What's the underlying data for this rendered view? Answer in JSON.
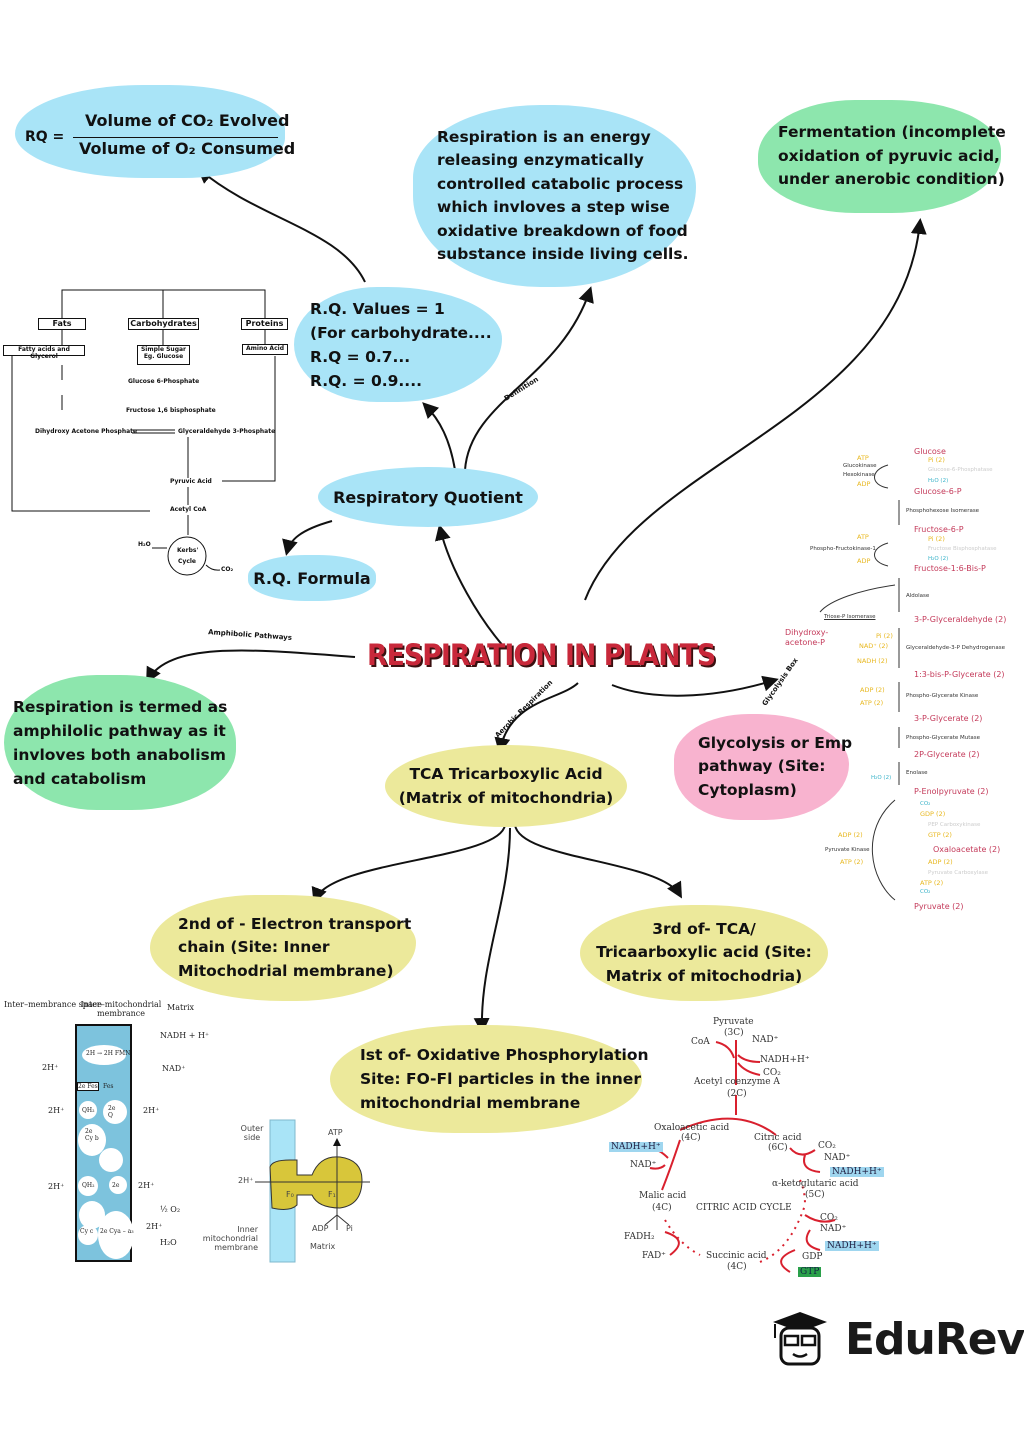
{
  "title": "RESPIRATION IN PLANTS",
  "rq_formula": {
    "lhs": "RQ =",
    "numerator": "Volume of CO₂ Evolved",
    "denominator": "Volume of O₂ Consumed"
  },
  "definition": {
    "lines": [
      "Respiration is an energy",
      "releasing enzymatically",
      "controlled catabolic process",
      "which invloves a step wise",
      "oxidative breakdown of food",
      "substance inside living cells."
    ],
    "label": "Definition"
  },
  "fermentation": {
    "lines": [
      "Fermentation (incomplete",
      "oxidation of pyruvic acid,",
      "under anerobic condition)"
    ]
  },
  "rq_values": {
    "lines": [
      "R.Q. Values = 1",
      "(For carbohydrate....",
      "R.Q = 0.7...",
      "R.Q. = 0.9...."
    ]
  },
  "respiratory_quotient": "Respiratory Quotient",
  "rq_formula_node": "R.Q. Formula",
  "amphibolic": {
    "label": "Amphibolic Pathways",
    "lines": [
      "Respiration is termed as",
      "amphilolic pathway as it",
      "invloves both anabolism",
      "and catabolism"
    ]
  },
  "tca": {
    "label": "Aerobic Respiration",
    "lines": [
      "TCA Tricarboxylic Acid",
      "(Matrix of mitochondria)"
    ]
  },
  "glycolysis": {
    "label": "Glycolysis Box",
    "lines": [
      "Glycolysis or Emp",
      "pathway (Site:",
      "Cytoplasm)"
    ]
  },
  "etc_node": {
    "lines": [
      "2nd of - Electron transport",
      "chain (Site: Inner",
      "Mitochodrial membrane)"
    ]
  },
  "tca3": {
    "lines": [
      "3rd of- TCA/",
      "Tricaarboxylic acid (Site:",
      "Matrix of mitochodria)"
    ]
  },
  "oxphos": {
    "lines": [
      "Ist of- Oxidative Phosphorylation",
      "Site: FO-Fl particles in the inner",
      "mitochondrial membrane"
    ]
  },
  "metabolism": {
    "fats": "Fats",
    "carbs": "Carbohydrates",
    "proteins": "Proteins",
    "fatty": "Fatty acids and Glycerol",
    "sugar1": "Simple Sugar",
    "sugar2": "Eg. Glucose",
    "amino": "Amino Acid",
    "g6p": "Glucose 6-Phosphate",
    "f16": "Fructose 1,6 bisphosphate",
    "dhap": "Dihydroxy Acetone Phosphate",
    "g3p": "Glyceraldehyde 3-Phosphate",
    "pyruvic": "Pyruvic Acid",
    "acetyl": "Acetyl CoA",
    "h2o": "H₂O",
    "kerbs1": "Kerbs'",
    "kerbs2": "Cycle",
    "co2": "CO₂"
  },
  "glyco_chart": {
    "metabolites": [
      "Glucose",
      "Glucose-6-P",
      "Fructose-6-P",
      "Fructose-1:6-Bis-P",
      "3-P-Glyceraldehyde (2)",
      "1:3-bis-P-Glycerate (2)",
      "3-P-Glycerate (2)",
      "2P-Glycerate (2)",
      "P-Enolpyruvate (2)",
      "Oxaloacetate (2)",
      "Pyruvate (2)",
      "Dihydroxy-",
      "acetone-P"
    ],
    "enzymes": [
      "Glucokinase",
      "Hexokinase",
      "Phosphohexose Isomerase",
      "Phospho-Fructokinase-1",
      "Aldolase",
      "Triose-P Isomerase",
      "Glyceraldehyde-3-P Dehydrogenase",
      "Phospho-Glycerate Kinase",
      "Phospho-Glycerate Mutase",
      "Enolase",
      "Pyruvate Kinase",
      "PEP Carboxykinase",
      "Pyruvate Carboxylase",
      "Glucose-6-Phosphatase",
      "Fructose Bisphosphatase"
    ],
    "cofactors": {
      "atp": "ATP",
      "adp": "ADP",
      "pi2": "Pi (2)",
      "h2o2": "H₂O (2)",
      "nad2": "NAD⁺ (2)",
      "nadh2": "NADH (2)",
      "adp2": "ADP (2)",
      "atp2": "ATP (2)",
      "gdp2": "GDP (2)",
      "gtp2": "GTP (2)",
      "co2": "CO₂"
    }
  },
  "citric": {
    "pyruvate": "Pyruvate",
    "c3": "(3C)",
    "coa": "CoA",
    "nad": "NAD⁺",
    "nadh": "NADH+H⁺",
    "co2": "CO₂",
    "acetyl": "Acetyl coenzyme A",
    "c2": "(2C)",
    "oaa": "Oxaloacetic acid",
    "c4": "(4C)",
    "citric": "Citric acid",
    "c6": "(6C)",
    "akg": "α-ketoglutaric acid",
    "c5": "(5C)",
    "malic": "Malic acid",
    "cycle": "CITRIC ACID CYCLE",
    "fadh": "FADH₂",
    "fad": "FAD⁺",
    "succinic": "Succinic acid",
    "gdp": "GDP",
    "gtp": "GTP"
  },
  "etc_chart": {
    "ims": "Inter–membrance space",
    "imm": "Inter–mitochondrial membrance",
    "matrix": "Matrix",
    "nadh": "NADH + H⁺",
    "nad": "NAD⁺",
    "h2": "2H⁺",
    "fmn": "2H → 2H FMN",
    "fes2": "2e Fes",
    "fes": "Fes",
    "q": "2e Q",
    "qh2": "QH₂",
    "cyb": "2e Cy b",
    "half_o2": "½ O₂",
    "h2o": "H₂O",
    "cyc": "Cy c",
    "cya": "2e Cya – a₃",
    "e2": "2e"
  },
  "atpase": {
    "outer": "Outer side",
    "h": "2H⁺",
    "atp": "ATP",
    "f0": "F₀",
    "f1": "F₁",
    "inner": "Inner mitochondrial membrane",
    "adp": "ADP",
    "pi": "Pi",
    "matrix": "Matrix"
  },
  "brand": "EduRev",
  "colors": {
    "blue": "#a9e4f7",
    "green": "#8de6ad",
    "yellow": "#ece99b",
    "pink": "#f8b3cf",
    "title": "#c8283a"
  }
}
